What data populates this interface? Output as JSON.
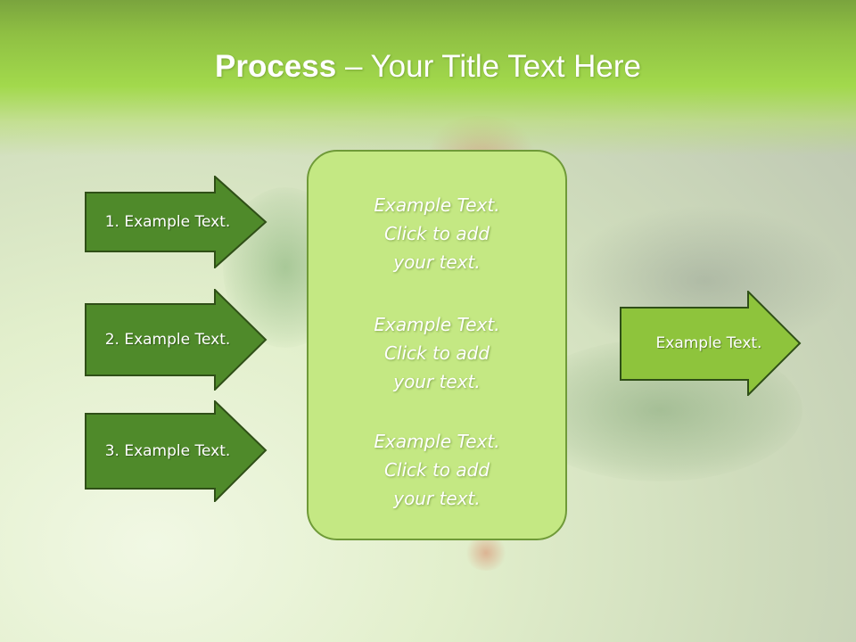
{
  "slide": {
    "title_bold": "Process",
    "title_rest": " – Your Title Text Here"
  },
  "left_arrows": [
    {
      "label": "1. Example Text."
    },
    {
      "label": "2. Example Text."
    },
    {
      "label": "3. Example Text."
    }
  ],
  "center_box": {
    "blocks": [
      {
        "line1": "Example Text.",
        "line2": "Click  to add",
        "line3": "your text."
      },
      {
        "line1": "Example Text.",
        "line2": "Click  to add",
        "line3": "your text."
      },
      {
        "line1": "Example Text.",
        "line2": "Click  to add",
        "line3": "your text."
      }
    ]
  },
  "right_arrow": {
    "label": "Example Text."
  },
  "colors": {
    "header_green": "#a2d94c",
    "dark_arrow_fill": "#4f8a2a",
    "light_arrow_fill": "#8ec43c",
    "box_fill": "#c4e883",
    "outline": "#2f4f17"
  }
}
